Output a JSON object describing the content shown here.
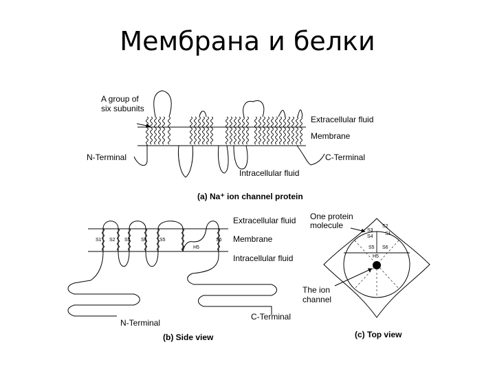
{
  "title": "Мембрана и белки",
  "diagram_a": {
    "labels": {
      "group": [
        "A group of",
        "six subunits"
      ],
      "extracellular": "Extracellular fluid",
      "membrane": "Membrane",
      "n_terminal": "N-Terminal",
      "c_terminal": "C-Terminal",
      "intracellular": "Intracellular fluid"
    },
    "caption": "(a) Na⁺ ion channel protein"
  },
  "diagram_b": {
    "labels": {
      "extracellular": "Extracellular fluid",
      "membrane": "Membrane",
      "intracellular": "Intracellular fluid",
      "n_terminal": "N-Terminal",
      "c_terminal": "C-Terminal"
    },
    "segments": [
      "S1",
      "S2",
      "S3",
      "S4",
      "S5",
      "H5",
      "S6"
    ],
    "caption": "(b) Side view"
  },
  "diagram_c": {
    "labels": {
      "molecule": [
        "One protein",
        "molecule"
      ],
      "ion_channel": [
        "The ion",
        "channel"
      ]
    },
    "segments": [
      "S2",
      "S3",
      "S4",
      "S1",
      "S5",
      "S6",
      "H5"
    ],
    "caption": "(c) Top view"
  }
}
